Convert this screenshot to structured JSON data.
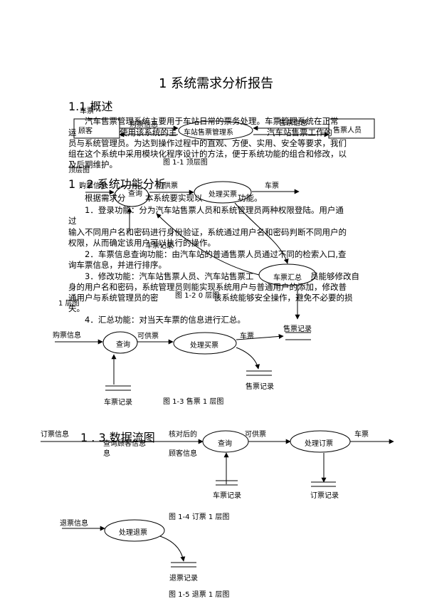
{
  "doc": {
    "title": "1 系统需求分析报告",
    "s1_heading": "1.1 概述",
    "s1_p1": "汽车售票管理系统主要用于车站日常的票务处理。车票管理系统在正常",
    "s1_p2": "运",
    "s1_p3": "使用该系统的主",
    "s1_p4": "汽车站售票工作的",
    "s1_p5": "员与系统管理员。为达到操作过程中的直观、方便、实用、安全等要求，我们",
    "s1_p6": "组在这个系统中采用模块化程序设计的方法，便于系统功能的组合和修改，以",
    "s1_p7": "及后期维护。",
    "s2_heading": "1 . 2 系统功能分析",
    "s2_intro_a": "根据需求分",
    "s2_intro_b": "本系统要实现以",
    "s2_intro_c": "功能。",
    "s2_item1_a": "1．登录功能：分为汽车站售票人员和系统管理员两种权限登陆。用户通",
    "s2_item1_b": "过",
    "s2_item1_c": "输入不同用户名和密码进行身份验证，系统通过用户名和密码判断不同用户的",
    "s2_item1_d": "权限，从而确定该用户可以执行的操作。",
    "s2_item2_a": "2．车票信息查询功能：由汽车站的普通售票人员通过不同的检索入口,查",
    "s2_item2_b": "询车票信息，并进行排序。",
    "s2_item3_a": "3．修改功能：汽车站售票人员、汽车站售票工",
    "s2_item3_b": "员能够修改自",
    "s2_item3_c": "身的用户名和密码，系统管理员则能实现系统用户与普通用户的添加，修改普",
    "s2_item3_d": "通用户与系统管理员的密",
    "s2_item3_e": "该系统能够安全操作，避免不必要的损",
    "s2_item3_f": "失。",
    "s2_item4": "4．汇总功能：对当天车票的信息进行汇总。",
    "s3_heading": "1 . 3 数据流图"
  },
  "fig1_1": {
    "customer": "顾客",
    "buy_info": "购票信息",
    "ticket": "车票",
    "system": "车站售票管理系",
    "sale_info": "售票信息",
    "seller": "售票人员",
    "caption": "图 1-1  顶层图"
  },
  "fig1_2": {
    "top_label": "顶层图",
    "buy_info": "购票信息",
    "query": "查询",
    "available": "可供票",
    "process_buy": "处理买票",
    "ticket": "车票",
    "ticket_record": "车票记录",
    "summary": "车票汇总",
    "sale_record": "售票记录",
    "caption": "图 1-2  0 层图",
    "side_label": "1 层图"
  },
  "fig1_3": {
    "buy_info": "购票信息",
    "query": "查询",
    "available": "可供票",
    "process_buy": "处理买票",
    "ticket": "车票",
    "sale_record_a": "售票记录",
    "sale_record_b": "售票记录",
    "ticket_record": "车票记录",
    "caption": "图 1-3  售票 1 层图"
  },
  "fig1_4": {
    "order_info": "订票信息",
    "check_customer": "查询顾客信息",
    "verified": "核对后的",
    "customer_info": "顾客信息",
    "query": "查询",
    "available": "可供票",
    "process_order": "处理订票",
    "ticket": "车票",
    "ticket_record": "车票记录",
    "order_record": "订票记录",
    "caption": "图 1-4  订票 1 层图"
  },
  "fig1_5": {
    "refund_info": "退票信息",
    "process_refund": "处理退票",
    "refund_record": "退票记录",
    "caption": "图 1-5  退票 1 层图"
  }
}
